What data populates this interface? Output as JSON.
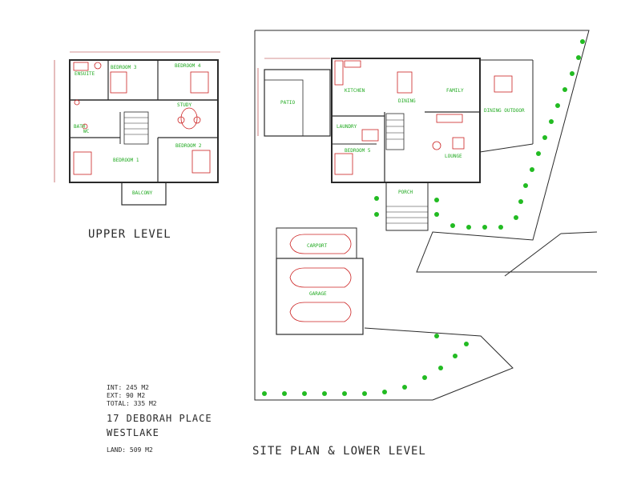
{
  "upper_level": {
    "title": "UPPER LEVEL",
    "rooms": {
      "ensuite": "ENSUITE",
      "bedroom3": "BEDROOM 3",
      "bedroom4": "BEDROOM 4",
      "study": "STUDY",
      "bath": "BATH",
      "wc": "WC",
      "bedroom1": "BEDROOM 1",
      "bedroom2": "BEDROOM 2",
      "balcony": "BALCONY"
    }
  },
  "lower_level": {
    "title": "SITE PLAN & LOWER LEVEL",
    "rooms": {
      "patio": "PATIO",
      "kitchen": "KITCHEN",
      "dining": "DINING",
      "family": "FAMILY",
      "dining_outdoor": "DINING OUTDOOR",
      "laundry": "LAUNDRY",
      "bedroom5": "BEDROOM 5",
      "lounge": "LOUNGE",
      "porch": "PORCH",
      "carport": "CARPORT",
      "garage": "GARAGE"
    }
  },
  "areas": {
    "interior": "INT: 245 M2",
    "exterior": "EXT: 90 M2",
    "total": "TOTAL: 335 M2",
    "land": "LAND: 509 M2"
  },
  "address": {
    "line1": "17 DEBORAH PLACE",
    "line2": "WESTLAKE"
  },
  "colors": {
    "walls": "#2a2a2a",
    "room_labels": "#22aa22",
    "furniture": "#cc2222",
    "dimensions": "#aa2222",
    "trees": "#22bb22"
  }
}
